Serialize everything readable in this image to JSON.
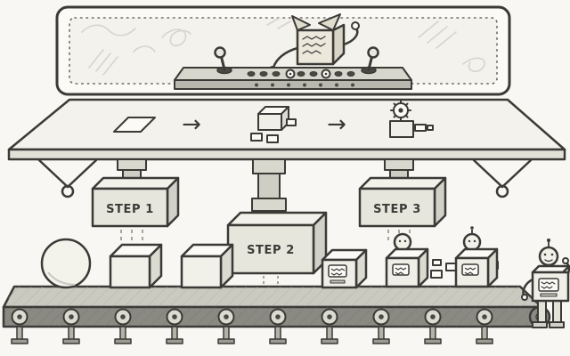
{
  "illustration": {
    "scene": "robot-assembly-line",
    "booth": {
      "operator": "box-operator",
      "controls": [
        "joystick-left",
        "joystick-right",
        "button-row",
        "knobs"
      ]
    },
    "blueprint_sequence": {
      "items": [
        "blank-part",
        "partial-robot",
        "finished-robot"
      ],
      "arrow_glyph": "→"
    },
    "machines": [
      {
        "label": "STEP 1"
      },
      {
        "label": "STEP 2"
      },
      {
        "label": "STEP 3"
      }
    ],
    "conveyor": {
      "items": [
        "sphere",
        "cube",
        "cube",
        "boxed-core",
        "robot-with-head",
        "robot-with-arms",
        "finished-robot"
      ],
      "roller_count": 11
    },
    "colors": {
      "ink": "#3b3a36",
      "paper": "#fbfaf7",
      "panel": "#d7d6cd",
      "machine": "#e7e6dd",
      "belt_top": "#cbcac1",
      "belt_side": "#8b8a82"
    }
  }
}
